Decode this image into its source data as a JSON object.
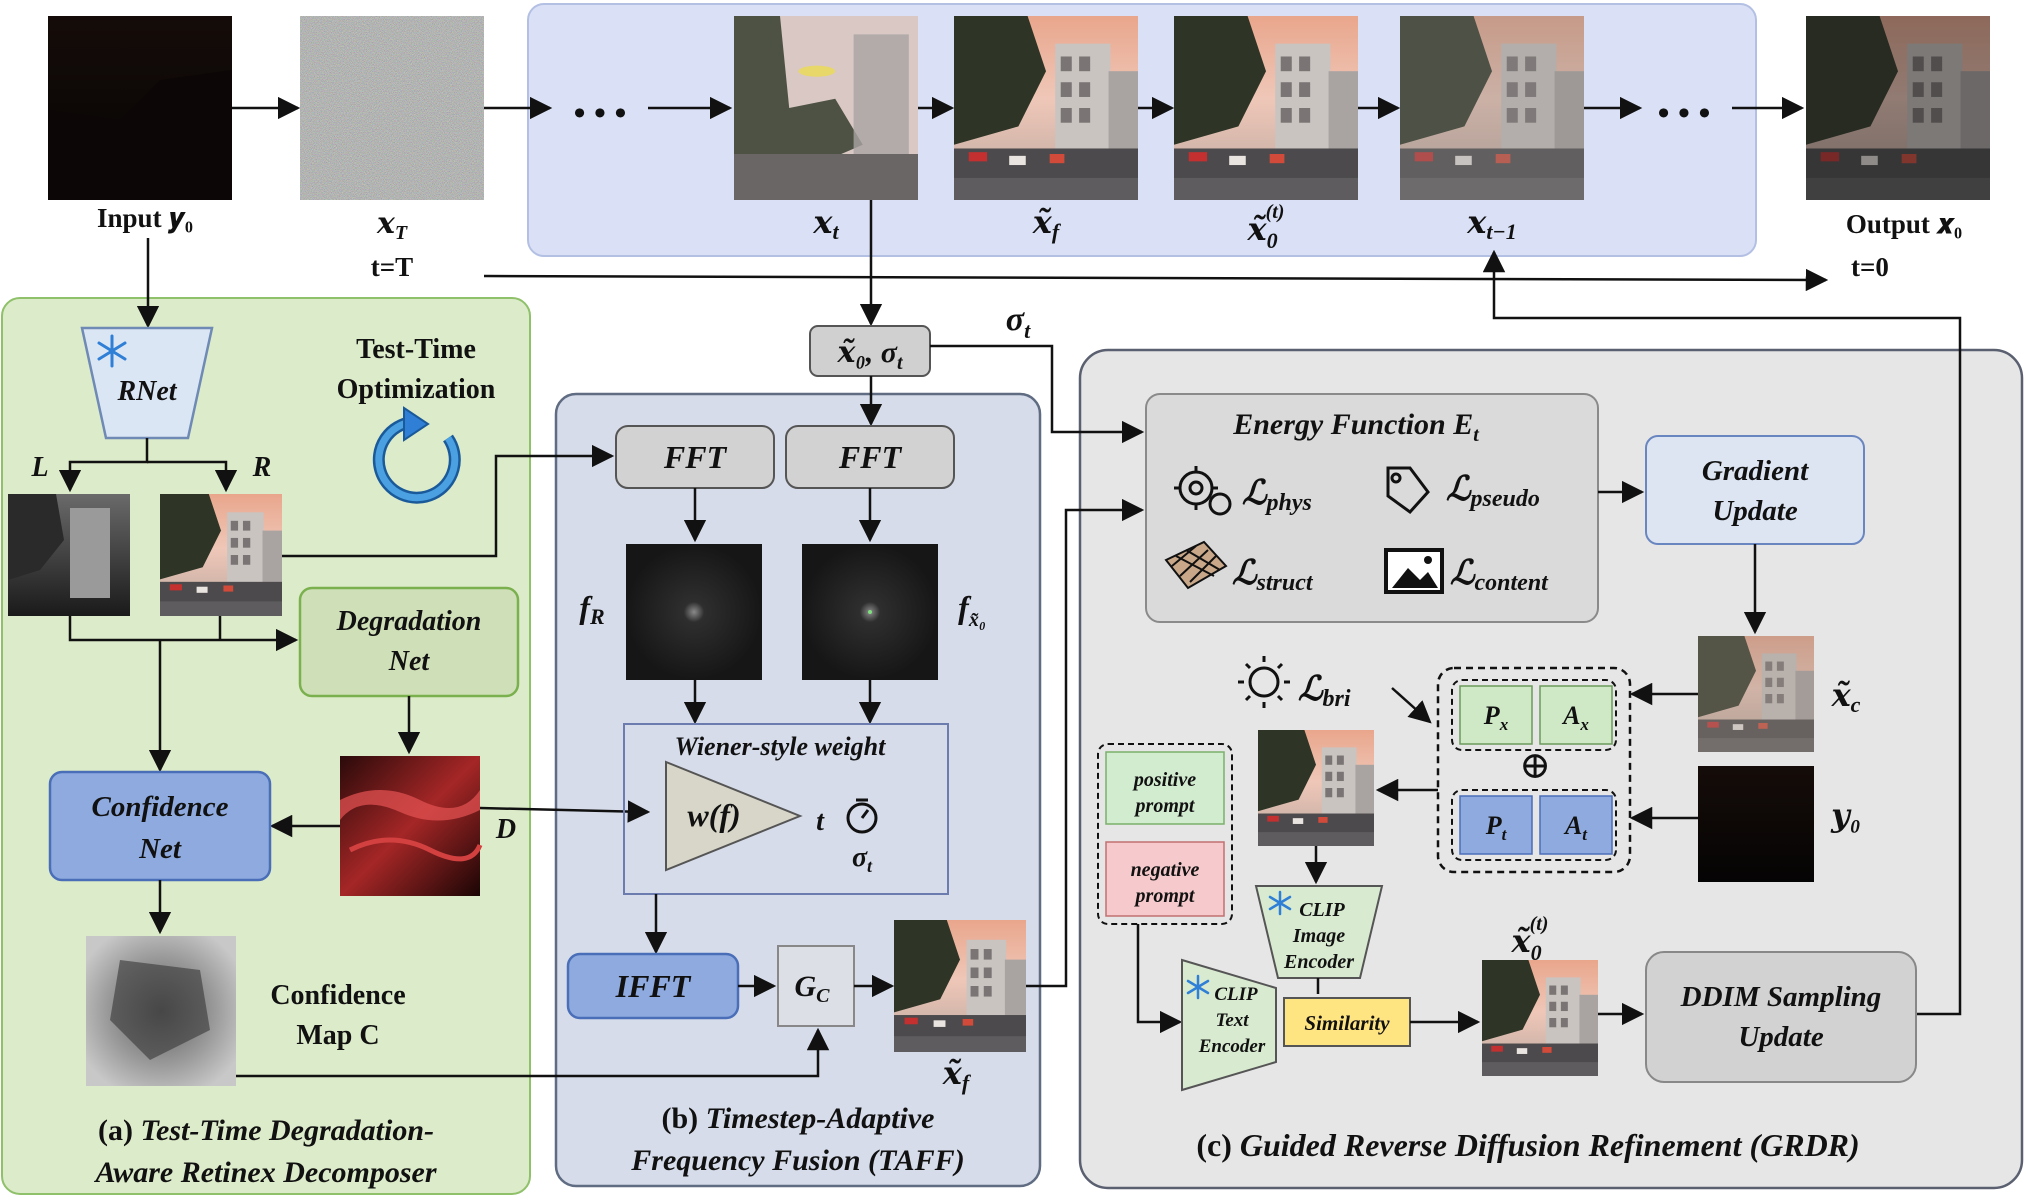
{
  "top": {
    "input_label": "Input 𝒚₀",
    "xT_label": "𝒙",
    "xT_sub": "T",
    "tT_label": "t=T",
    "dots": "• • •",
    "xt_label": "𝒙",
    "xt_sub": "t",
    "xf_label": "𝒙̃",
    "xf_sub": "f",
    "x0t_label": "𝒙̃",
    "x0t_sub": "0",
    "x0t_sup": "(t)",
    "xt1_label": "𝒙",
    "xt1_sub": "t−1",
    "output_label": "Output 𝒙₀",
    "t0_label": "t=0",
    "sigma_label": "σ",
    "sigma_sub": "t",
    "x0_sigma_label": "𝒙̃₀, σ",
    "x0_sigma_sub": "t"
  },
  "panel_a": {
    "rnet": "RNet",
    "tto_line1": "Test-Time",
    "tto_line2": "Optimization",
    "L": "L",
    "R": "R",
    "degradation_line1": "Degradation",
    "degradation_line2": "Net",
    "D": "D",
    "confidence_line1": "Confidence",
    "confidence_line2": "Net",
    "cmap_line1": "Confidence",
    "cmap_line2": "Map C",
    "caption_prefix": "(a) ",
    "caption_line1": "Test-Time Degradation-",
    "caption_line2": "Aware Retinex Decomposer"
  },
  "panel_b": {
    "fft1": "FFT",
    "fft2": "FFT",
    "fR": "f",
    "fR_sub": "R",
    "fx0": "f",
    "fx0_sub": "x̃₀",
    "wiener_title": "Wiener-style weight",
    "wf": "w(f)",
    "t": "t",
    "sigma": "σ",
    "sigma_sub": "t",
    "ifft": "IFFT",
    "gc": "G",
    "gc_sub": "C",
    "xf": "𝒙̃",
    "xf_sub": "f",
    "caption_prefix": "(b) ",
    "caption_line1": "Timestep-Adaptive",
    "caption_line2": "Frequency Fusion (TAFF)"
  },
  "panel_c": {
    "energy_title": "Energy Function E",
    "energy_sub": "t",
    "l_phys": "phys",
    "l_pseudo": "pseudo",
    "l_struct": "struct",
    "l_content": "content",
    "script_L": "ℒ",
    "gradient_line1": "Gradient",
    "gradient_line2": "Update",
    "xc": "𝒙̃",
    "xc_sub": "c",
    "l_bri": "bri",
    "px": "P",
    "px_sub": "x",
    "ax": "A",
    "ax_sub": "x",
    "pt": "P",
    "pt_sub": "t",
    "at": "A",
    "at_sub": "t",
    "oplus": "⊕",
    "y0": "𝒚₀",
    "pos_line1": "positive",
    "pos_line2": "prompt",
    "neg_line1": "negative",
    "neg_line2": "prompt",
    "clip_img_line1": "CLIP",
    "clip_img_line2": "Image",
    "clip_img_line3": "Encoder",
    "clip_txt_line1": "CLIP",
    "clip_txt_line2": "Text",
    "clip_txt_line3": "Encoder",
    "similarity": "Similarity",
    "x0t": "𝒙̃",
    "x0t_sub": "0",
    "x0t_sup": "(t)",
    "ddim_line1": "DDIM Sampling",
    "ddim_line2": "Update",
    "caption_prefix": "(c) ",
    "caption": "Guided Reverse Diffusion Refinement (GRDR)"
  },
  "colors": {
    "panel_a_fill": "#dcebc9",
    "panel_a_stroke": "#8fc06a",
    "panel_b_fill": "#d6dcea",
    "panel_c_fill": "#e6e6e6",
    "top_band_fill": "#dae1f6",
    "confidence_fill": "#8eaadf",
    "degradation_fill": "#cfe0b8",
    "clip_fill": "#d8ead0",
    "similarity_fill": "#ffe482",
    "positive_fill": "#d2ecd0",
    "negative_fill": "#f6cacc",
    "gray_box": "#d2d2d2"
  },
  "icons": [
    "snowflake-icon",
    "refresh-icon",
    "gears-icon",
    "tag-icon",
    "mesh-icon",
    "image-icon",
    "sun-icon",
    "timer-icon"
  ]
}
